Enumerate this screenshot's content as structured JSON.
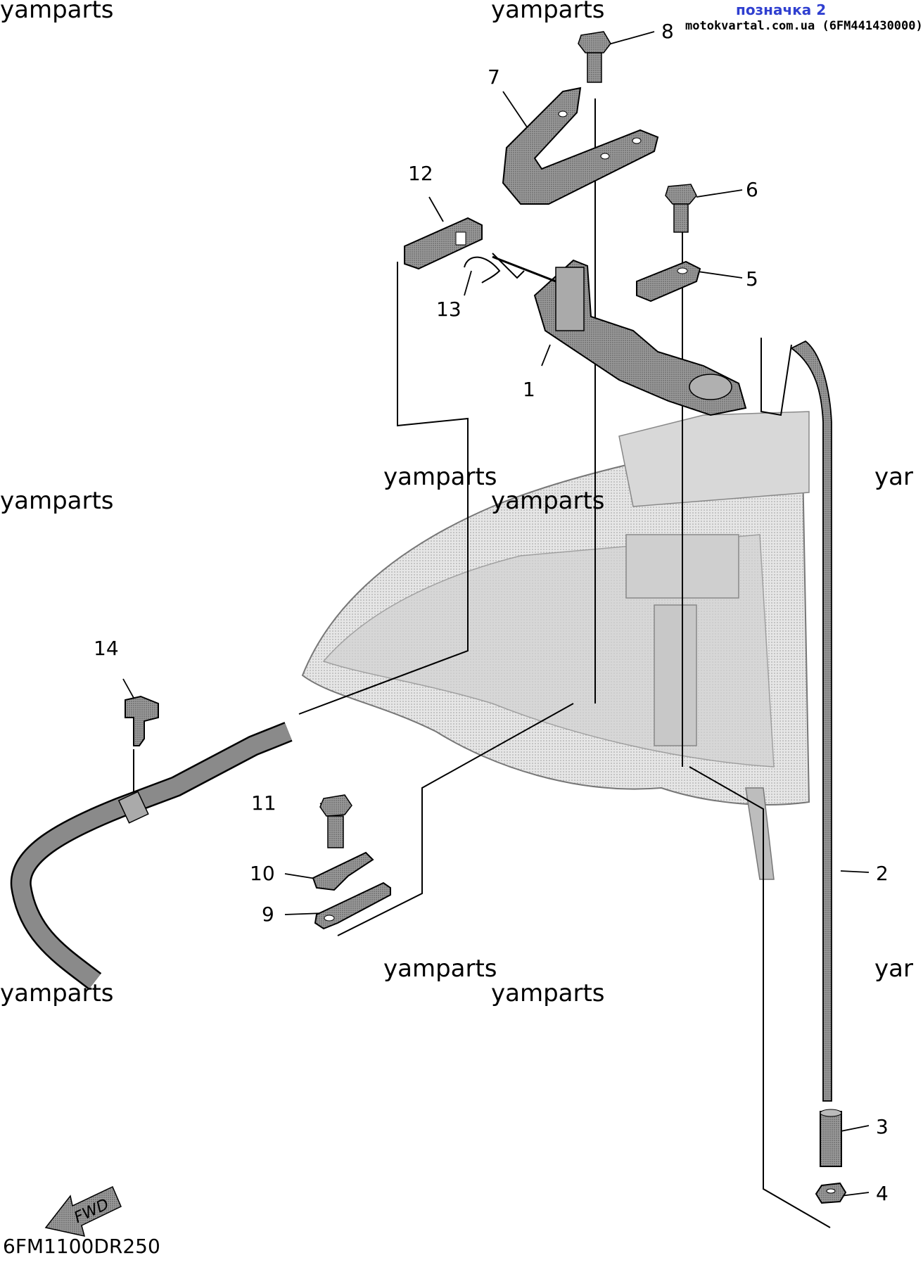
{
  "header": {
    "tag": "позначка 2",
    "source": "motokvartal.com.ua (6FM441430000)"
  },
  "figure_code": "6FM1100DR250",
  "fwd_label": "FWD",
  "watermarks": [
    "yamparts",
    "yamparts",
    "yamparts",
    "yamparts",
    "yamparts",
    "yamparts",
    "yamparts",
    "yamparts",
    "yar",
    "yar"
  ],
  "callouts": [
    "1",
    "2",
    "3",
    "4",
    "5",
    "6",
    "7",
    "8",
    "9",
    "10",
    "11",
    "12",
    "13",
    "14"
  ],
  "colors": {
    "header_tag": "#2f3fd0",
    "part_fill": "#8c8c8c",
    "body_fill": "#dcdcdc"
  }
}
